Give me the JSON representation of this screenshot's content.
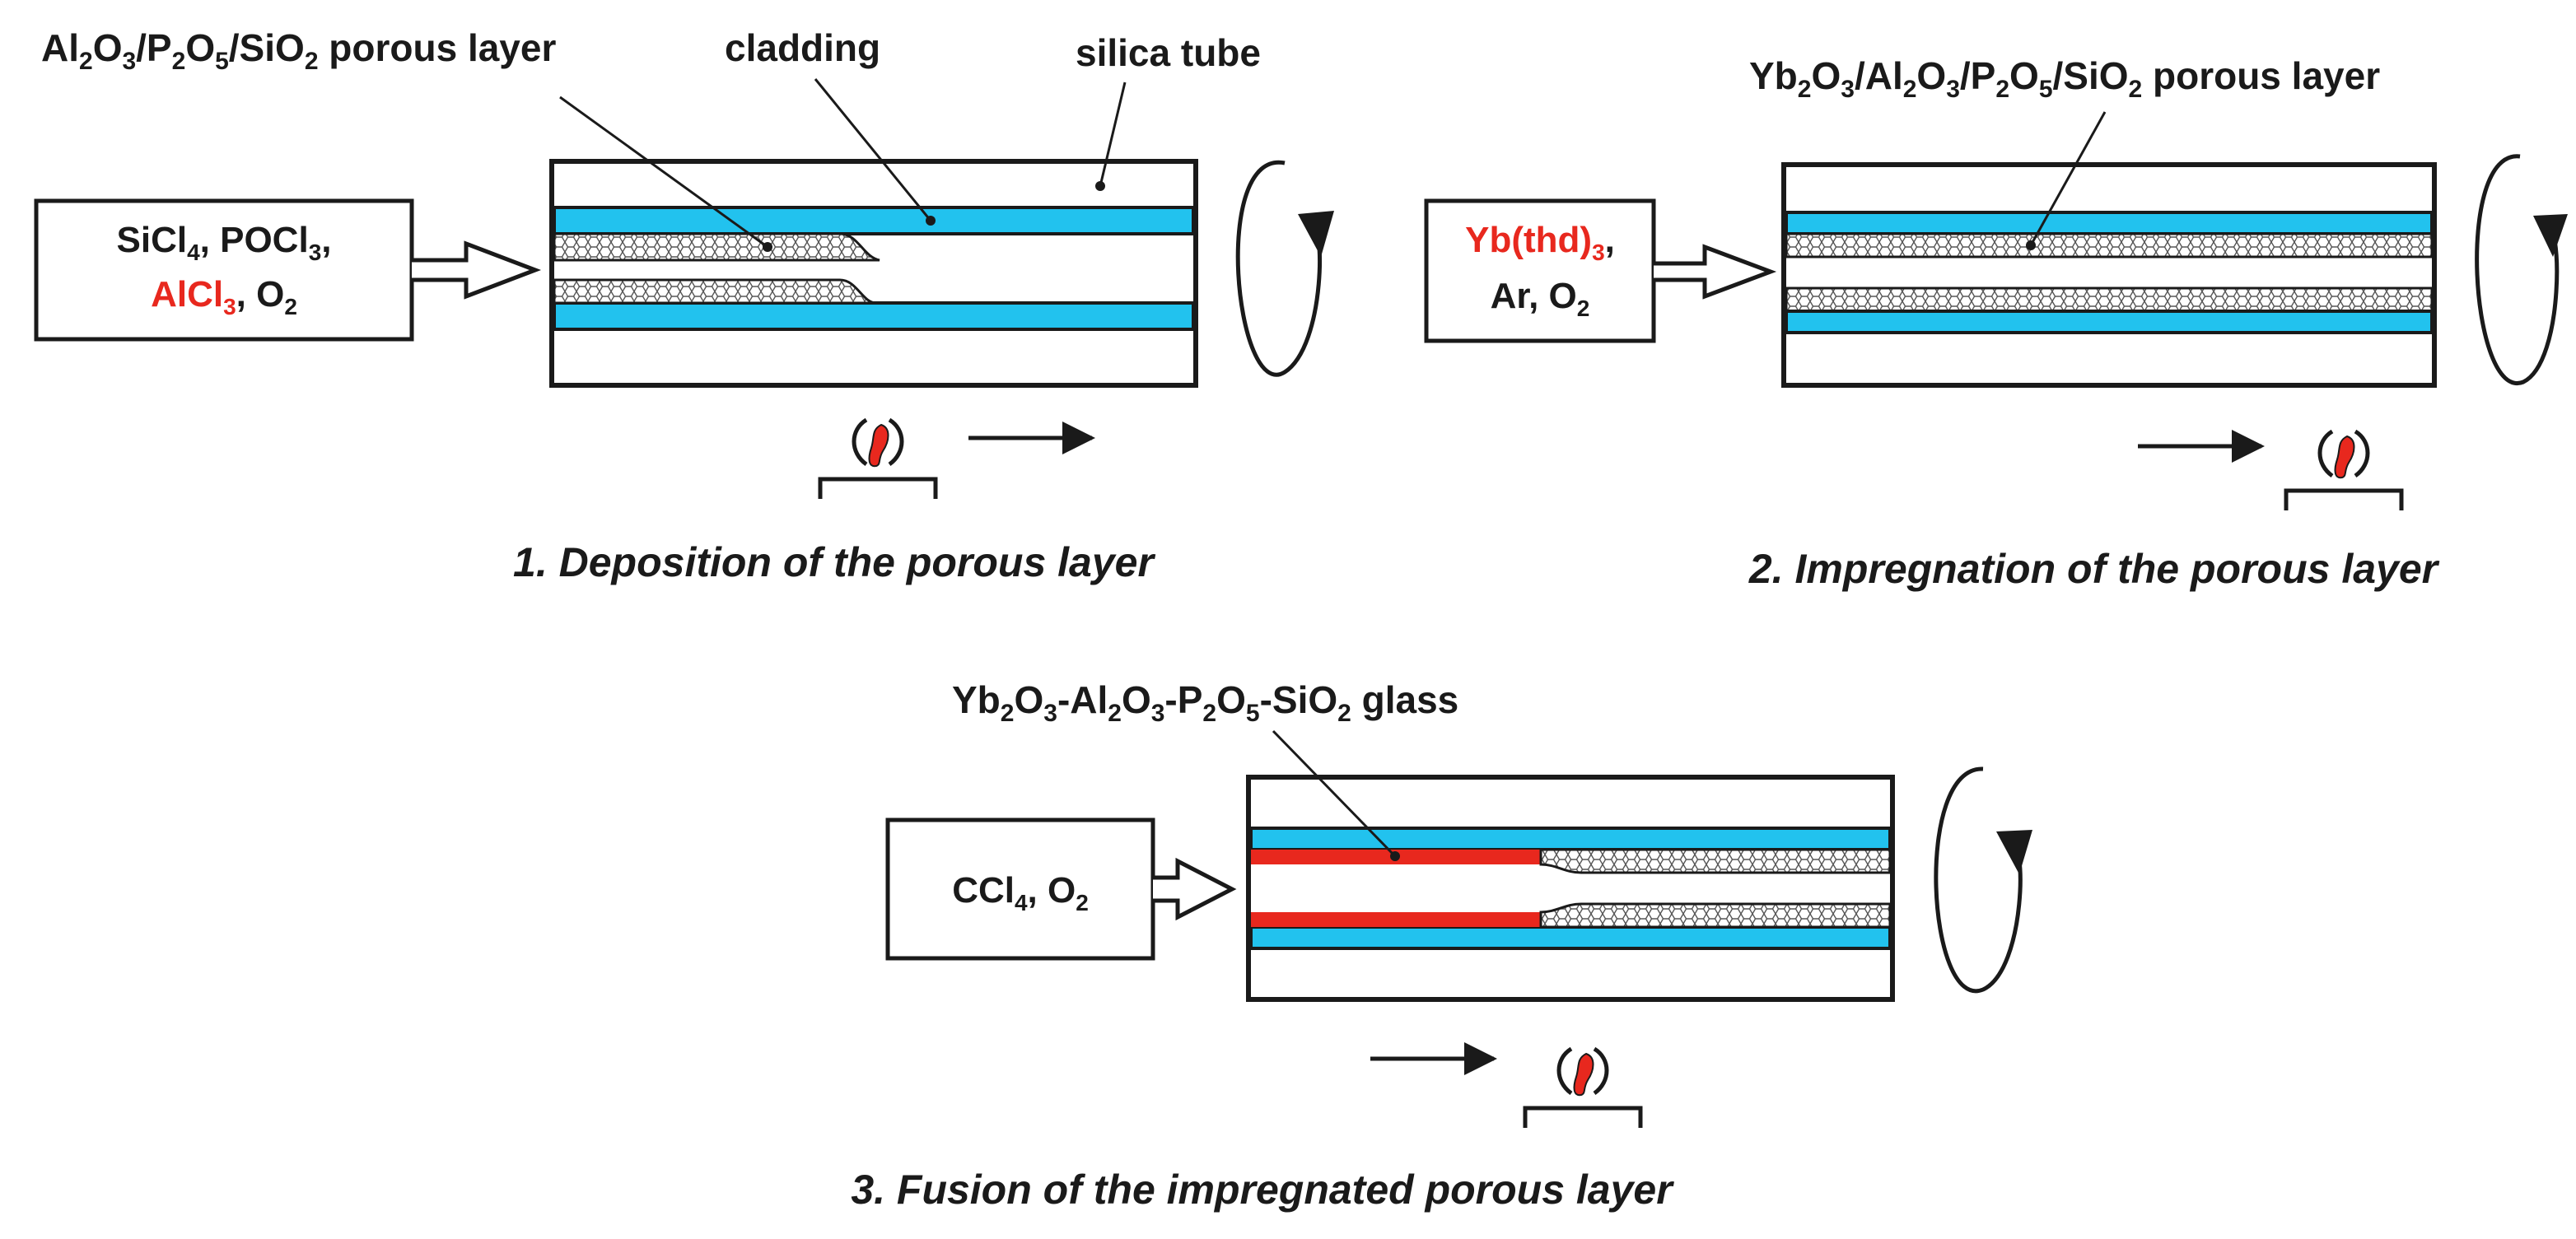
{
  "colors": {
    "cladding": "#22c2ee",
    "fused_glass": "#e8281e",
    "flame": "#e8281e",
    "highlight_text": "#e8281e",
    "outline": "#1a1a1a"
  },
  "panel1": {
    "caption": "1. Deposition of the porous layer",
    "label_porous": {
      "t1": "Al",
      "s1": "2",
      "t2": "O",
      "s2": "3",
      "t3": "/P",
      "s3": "2",
      "t4": "O",
      "s4": "5",
      "t5": "/SiO",
      "s5": "2",
      "t6": " porous layer"
    },
    "label_cladding": "cladding",
    "label_tube": "silica tube",
    "input_line1": {
      "t1": "SiCl",
      "s1": "4",
      "t2": ", POCl",
      "s2": "3",
      "t3": ","
    },
    "input_line2": {
      "red1": "AlCl",
      "red_s1": "3",
      "t2": ", O",
      "s2": "2"
    }
  },
  "panel2": {
    "caption": "2. Impregnation of the porous layer",
    "label_porous": {
      "t1": "Yb",
      "s1": "2",
      "t2": "O",
      "s2": "3",
      "t3": "/Al",
      "s3": "2",
      "t4": "O",
      "s4": "3",
      "t5": "/P",
      "s5": "2",
      "t6": "O",
      "s6": "5",
      "t7": "/SiO",
      "s7": "2",
      "t8": " porous layer"
    },
    "input_line1": {
      "red1": "Yb(thd)",
      "red_s1": "3",
      "t2": ","
    },
    "input_line2": {
      "t1": "Ar, O",
      "s1": "2"
    }
  },
  "panel3": {
    "caption": "3. Fusion of the impregnated porous layer",
    "label_glass": {
      "t1": "Yb",
      "s1": "2",
      "t2": "O",
      "s2": "3",
      "t3": "-Al",
      "s3": "2",
      "t4": "O",
      "s4": "3",
      "t5": "-P",
      "s5": "2",
      "t6": "O",
      "s6": "5",
      "t7": "-SiO",
      "s7": "2",
      "t8": " glass"
    },
    "input_line1": {
      "t1": "CCl",
      "s1": "4",
      "t2": ", O",
      "s2": "2"
    }
  }
}
